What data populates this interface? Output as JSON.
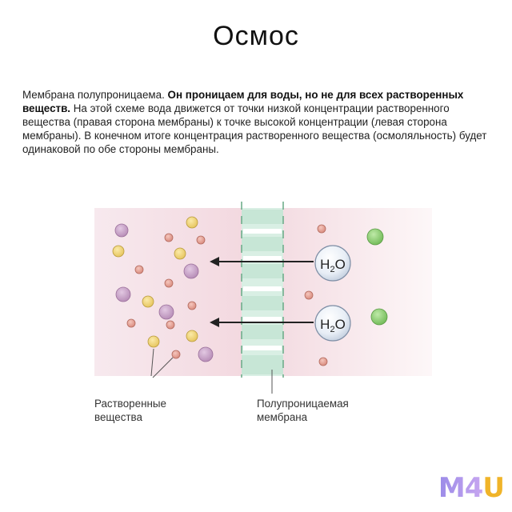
{
  "title": "Осмос",
  "description": {
    "part1": "Мембрана полупроницаема. ",
    "bold": "Он проницаем для воды, но не для всех растворенных веществ.",
    "part2": " На этой схеме вода движется от точки низкой концентрации растворенного вещества (правая сторона мембраны) к точке высокой концентрации (левая сторона мембраны). В конечном итоге концентрация растворенного вещества (осмоляльность) будет одинаковой по обе стороны мембраны."
  },
  "molecules": {
    "water_label_main": "H",
    "water_label_sub": "2",
    "water_label_end": "O"
  },
  "labels": {
    "solutes_line1": "Растворенные",
    "solutes_line2": "вещества",
    "membrane_line1": "Полупроницаемая",
    "membrane_line2": "мембрана"
  },
  "logo": {
    "text": "M4",
    "accent": "U"
  },
  "colors": {
    "purple": "#c9a5c9",
    "yellow": "#f5db7f",
    "salmon": "#e9a59a",
    "green": "#8fd17a",
    "membrane": "#cfe9dc",
    "arrow": "#222222"
  }
}
